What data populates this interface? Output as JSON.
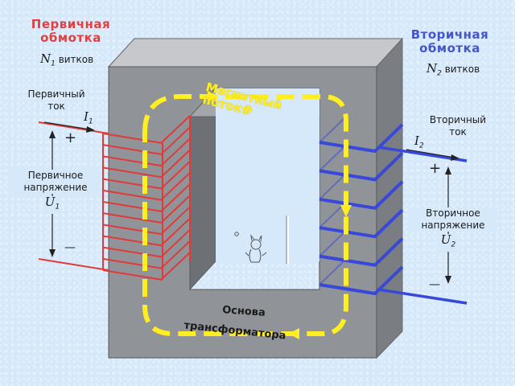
{
  "primary": {
    "title_line1": "Первичная",
    "title_line2": "обмотка",
    "turns_symbol": "N",
    "turns_index": "1",
    "turns_word": "витков",
    "current_line1": "Первичный",
    "current_line2": "ток",
    "current_symbol": "I",
    "current_index": "1",
    "voltage_line1": "Первичное",
    "voltage_line2": "напряжение",
    "voltage_symbol": "U",
    "voltage_index": "1",
    "plus": "+",
    "minus": "—"
  },
  "secondary": {
    "title_line1": "Вторичная",
    "title_line2": "обмотка",
    "turns_symbol": "N",
    "turns_index": "2",
    "turns_word": "витков",
    "current_line1": "Вторичный",
    "current_line2": "ток",
    "current_symbol": "I",
    "current_index": "2",
    "voltage_line1": "Вторичное",
    "voltage_line2": "напряжение",
    "voltage_symbol": "U",
    "voltage_index": "2",
    "plus": "+",
    "minus": "—"
  },
  "flux_line1": "Магнитный",
  "flux_line2": "поток",
  "flux_symbol": "Φ",
  "core_line1": "Основа",
  "core_line2": "трансформатора",
  "colors": {
    "primary_coil": "#e03a3a",
    "secondary_coil": "#3848d8",
    "flux": "#ffee22",
    "core_front": "#8f9296",
    "core_top": "#c2c4c7",
    "core_side": "#76797d"
  }
}
